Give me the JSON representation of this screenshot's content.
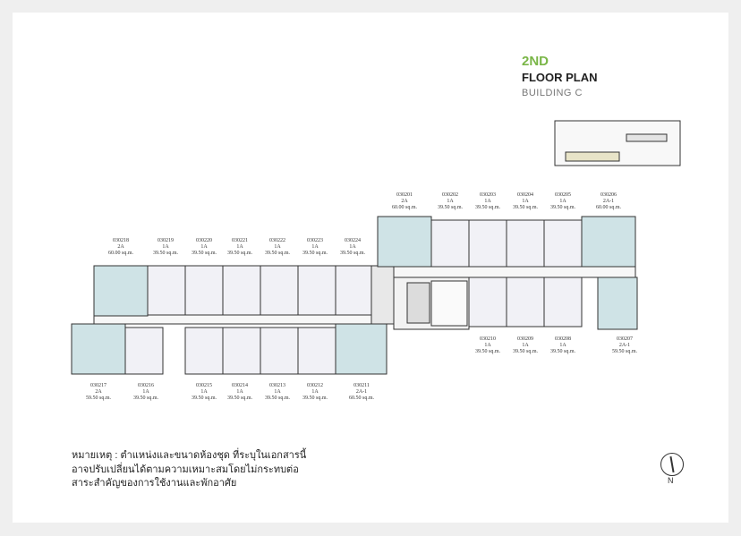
{
  "title": {
    "floor": "2ND",
    "plan": "FLOOR PLAN",
    "building": "BUILDING C"
  },
  "units": [
    {
      "id": "030201",
      "type": "2A",
      "area": "60.00 sq.m."
    },
    {
      "id": "030202",
      "type": "1A",
      "area": "39.50 sq.m."
    },
    {
      "id": "030203",
      "type": "1A",
      "area": "39.50 sq.m."
    },
    {
      "id": "030204",
      "type": "1A",
      "area": "39.50 sq.m."
    },
    {
      "id": "030205",
      "type": "1A",
      "area": "39.50 sq.m."
    },
    {
      "id": "030206",
      "type": "2A-1",
      "area": "60.00 sq.m."
    },
    {
      "id": "030207",
      "type": "2A-1",
      "area": "59.50 sq.m."
    },
    {
      "id": "030208",
      "type": "1A",
      "area": "39.50 sq.m."
    },
    {
      "id": "030209",
      "type": "1A",
      "area": "39.50 sq.m."
    },
    {
      "id": "030210",
      "type": "1A",
      "area": "39.50 sq.m."
    },
    {
      "id": "030211",
      "type": "2A-1",
      "area": "60.50 sq.m."
    },
    {
      "id": "030212",
      "type": "1A",
      "area": "39.50 sq.m."
    },
    {
      "id": "030213",
      "type": "1A",
      "area": "39.50 sq.m."
    },
    {
      "id": "030214",
      "type": "1A",
      "area": "39.50 sq.m."
    },
    {
      "id": "030215",
      "type": "1A",
      "area": "39.50 sq.m."
    },
    {
      "id": "030216",
      "type": "1A",
      "area": "39.50 sq.m."
    },
    {
      "id": "030217",
      "type": "2A",
      "area": "59.50 sq.m."
    },
    {
      "id": "030218",
      "type": "2A",
      "area": "60.00 sq.m."
    },
    {
      "id": "030219",
      "type": "1A",
      "area": "39.50 sq.m."
    },
    {
      "id": "030220",
      "type": "1A",
      "area": "39.50 sq.m."
    },
    {
      "id": "030221",
      "type": "1A",
      "area": "39.50 sq.m."
    },
    {
      "id": "030222",
      "type": "1A",
      "area": "39.50 sq.m."
    },
    {
      "id": "030223",
      "type": "1A",
      "area": "39.50 sq.m."
    },
    {
      "id": "030224",
      "type": "1A",
      "area": "39.50 sq.m."
    }
  ],
  "note": [
    "หมายเหตุ : ตำแหน่งและขนาดห้องชุด ที่ระบุในเอกสารนี้",
    "อาจปรับเปลี่ยนได้ตามความเหมาะสมโดยไม่กระทบต่อ",
    "สาระสำคัญของการใช้งานและพักอาศัย"
  ],
  "north": "N",
  "colors": {
    "accent": "#7ab648",
    "twoBed": "#cfe3e6",
    "oneBed": "#f1f1f6",
    "wall": "#333333"
  }
}
